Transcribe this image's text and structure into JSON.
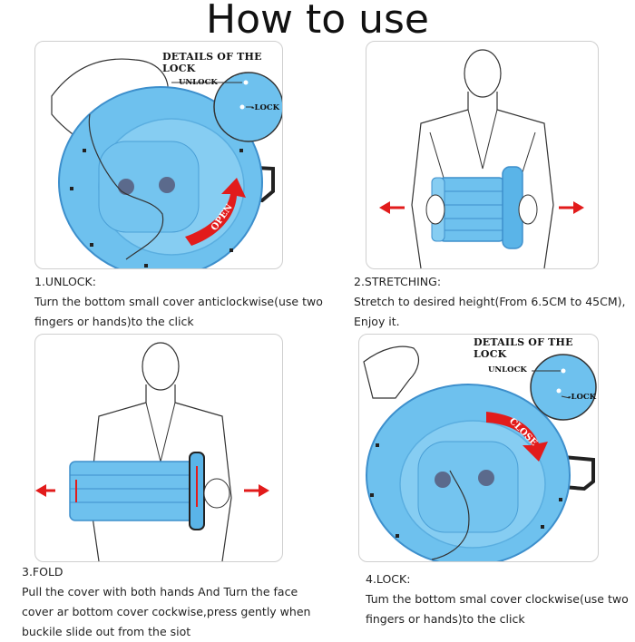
{
  "title": "How to use",
  "panels": {
    "unlock": {
      "detail_title": "DETAILS OF THE LOCK",
      "unlock_label": "UNLOCK",
      "lock_label": "-LOCK",
      "arrow_text": "OPEN",
      "step": "1.UNLOCK:",
      "text": "Turn the bottom small cover anticlockwise(use two fingers or hands)to the click"
    },
    "stretching": {
      "step": "2.STRETCHING:",
      "text": "Stretch to desired height(From 6.5CM to 45CM), Enjoy it."
    },
    "fold": {
      "step": "3.FOLD",
      "text": "Pull the cover with both hands And Turn the face cover ar bottom cover cockwise,press gently when buckile slide out from the siot"
    },
    "lock": {
      "detail_title": "DETAILS OF THE LOCK",
      "unlock_label": "UNLOCK",
      "lock_label": "-LOCK",
      "arrow_text": "CLOSE",
      "step": "4.LOCK:",
      "text": "Tum the bottom smal cover clockwise(use two fingers or hands)to the click"
    }
  },
  "colors": {
    "stool_blue": "#6ec1ee",
    "stool_dark": "#3d8fcc",
    "arrow_red": "#e21b1b",
    "line": "#333333"
  }
}
